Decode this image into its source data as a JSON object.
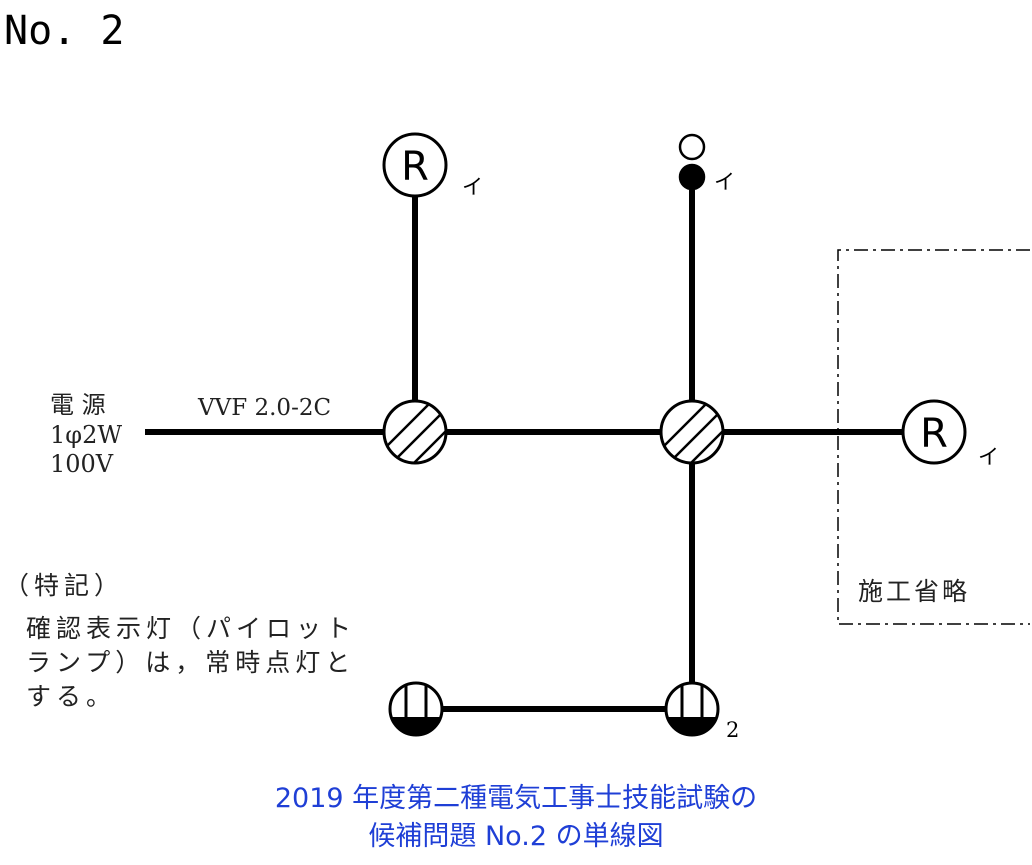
{
  "title": "No. 2",
  "power": {
    "label": "電 源",
    "spec": "1φ2W",
    "voltage": "100V"
  },
  "cable_label": "VVF 2.0-2C",
  "fixtures": {
    "receptacle_symbol": "R",
    "marker_i": "イ",
    "switch_group_number": "2"
  },
  "omitted_label": "施工省略",
  "note": {
    "heading": "（特記）",
    "lines": [
      "確認表示灯（パイロット",
      "ランプ）は，常時点灯と",
      "する。"
    ]
  },
  "caption": {
    "line1": "2019 年度第二種電気工事士技能試験の",
    "line2": "候補問題 No.2 の単線図"
  },
  "colors": {
    "line": "#000000",
    "caption": "#1f3fd6"
  }
}
